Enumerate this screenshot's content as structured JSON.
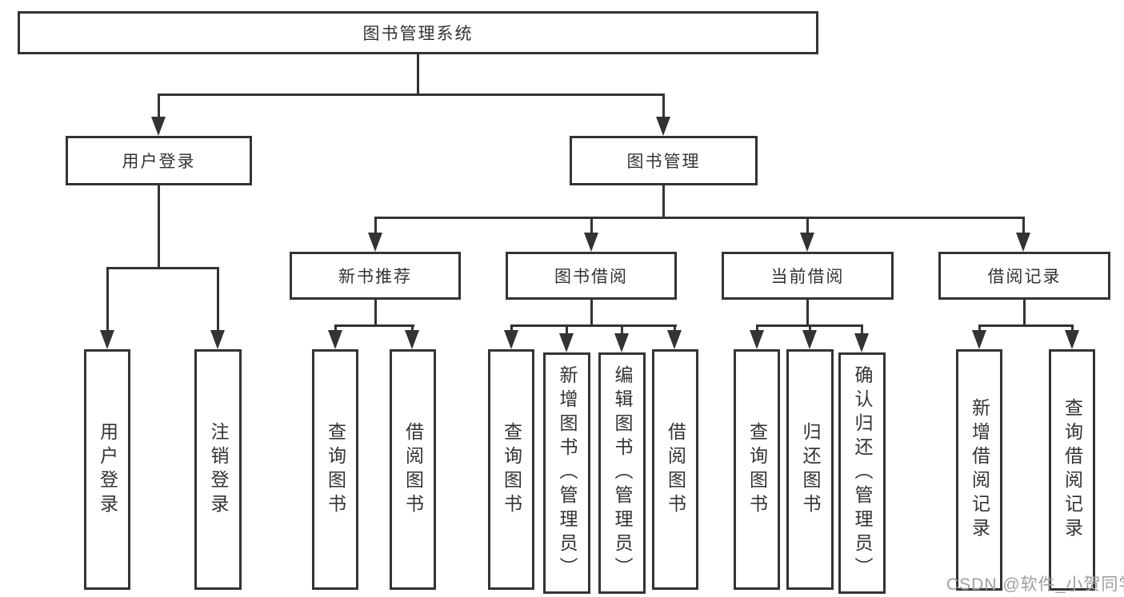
{
  "tree": {
    "label": "图书管理系统",
    "children": [
      {
        "label": "用户登录",
        "children": [
          {
            "label": "用户登录"
          },
          {
            "label": "注销登录"
          }
        ]
      },
      {
        "label": "图书管理",
        "children": [
          {
            "label": "新书推荐",
            "children": [
              {
                "label": "查询图书"
              },
              {
                "label": "借阅图书"
              }
            ]
          },
          {
            "label": "图书借阅",
            "children": [
              {
                "label": "查询图书"
              },
              {
                "label": "新增图书（管理员）"
              },
              {
                "label": "编辑图书（管理员）"
              },
              {
                "label": "借阅图书"
              }
            ]
          },
          {
            "label": "当前借阅",
            "children": [
              {
                "label": "查询图书"
              },
              {
                "label": "归还图书"
              },
              {
                "label": "确认归还（管理员）"
              }
            ]
          },
          {
            "label": "借阅记录",
            "children": [
              {
                "label": "新增借阅记录"
              },
              {
                "label": "查询借阅记录"
              }
            ]
          }
        ]
      }
    ]
  },
  "watermark": "CSDN @软件_小贺同学",
  "colors": {
    "line": "#333333",
    "text": "#333333",
    "watermark": "#9e9e9e",
    "background": "#ffffff"
  }
}
